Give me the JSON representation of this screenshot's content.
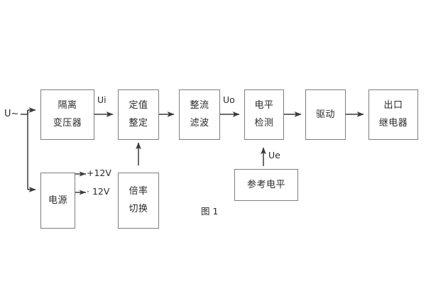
{
  "figure": {
    "caption": "图 1",
    "input_label": "U~",
    "colors": {
      "box_border": "#7d7d7d",
      "wire": "#3a3a3a",
      "text": "#2a2a2a",
      "background": "#ffffff"
    }
  },
  "blocks": [
    {
      "id": "isolation-transformer",
      "line1": "隔离",
      "line2": "变压器"
    },
    {
      "id": "setting-value",
      "line1": "定值",
      "line2": "整定"
    },
    {
      "id": "rectify-filter",
      "line1": "整流",
      "line2": "滤波"
    },
    {
      "id": "level-detect",
      "line1": "电平",
      "line2": "检测"
    },
    {
      "id": "driver",
      "line1": "驱动",
      "line2": ""
    },
    {
      "id": "output-relay",
      "line1": "出口",
      "line2": "继电器"
    },
    {
      "id": "power-supply",
      "line1": "电源",
      "line2": ""
    },
    {
      "id": "multiplier-switch",
      "line1": "倍率",
      "line2": "切换"
    },
    {
      "id": "reference-level",
      "line1": "参考电平",
      "line2": ""
    }
  ],
  "signals": {
    "ui": "Ui",
    "uo": "Uo",
    "ue": "Ue",
    "rail_positive": "+12V",
    "rail_negative": "· 12V"
  }
}
